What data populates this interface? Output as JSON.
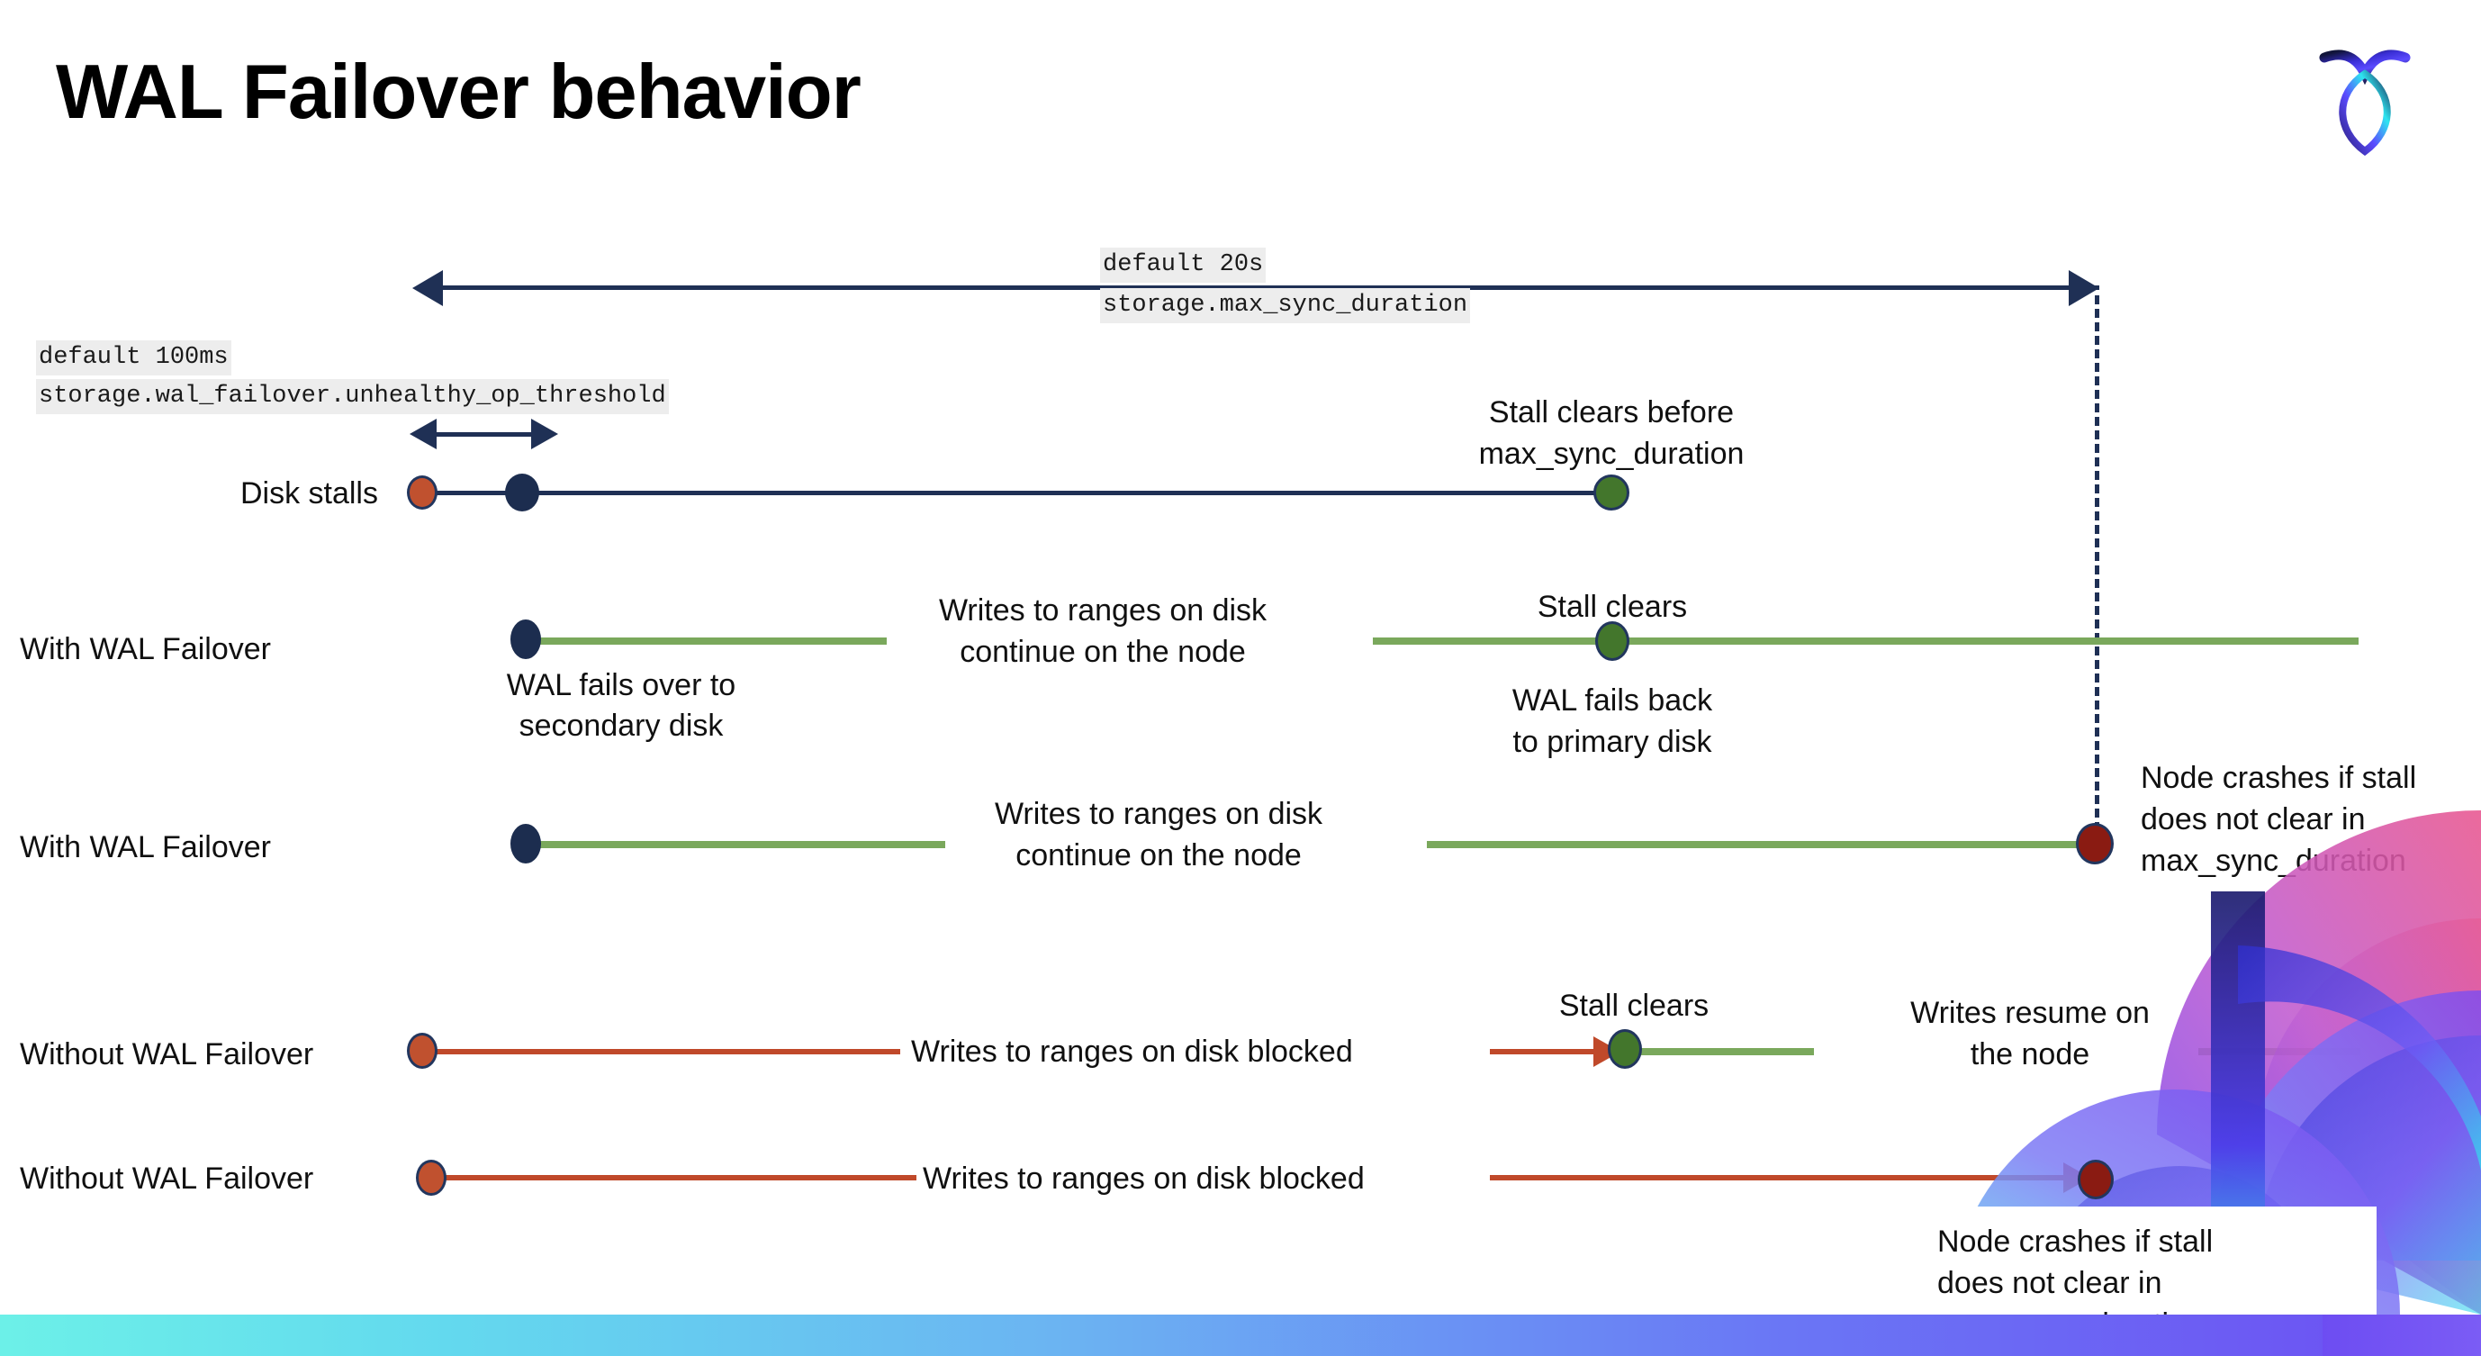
{
  "slide": {
    "title": "WAL Failover behavior",
    "logo_name": "cockroachdb-logo"
  },
  "settings": {
    "max_sync": {
      "default": "default 20s",
      "name": "storage.max_sync_duration"
    },
    "unhealthy": {
      "default": "default 100ms",
      "name": "storage.wal_failover.unhealthy_op_threshold"
    }
  },
  "rows": {
    "disk_stalls": {
      "label": "Disk stalls",
      "note": "Stall clears before\nmax_sync_duration",
      "note_line1": "Stall clears before",
      "note_line2": "max_sync_duration"
    },
    "with_failover_1": {
      "label": "With WAL Failover",
      "start_note_line1": "WAL fails over to",
      "start_note_line2": "secondary disk",
      "mid_note_line1": "Writes to ranges on disk",
      "mid_note_line2": "continue on the node",
      "clear_note": "Stall clears",
      "back_note_line1": "WAL fails  back",
      "back_note_line2": "to primary disk"
    },
    "with_failover_2": {
      "label": "With WAL Failover",
      "mid_note_line1": "Writes to ranges on disk",
      "mid_note_line2": "continue on the node",
      "crash_note_line1": "Node crashes if stall",
      "crash_note_line2": "does not clear in",
      "crash_note_line3": "max_sync_duration"
    },
    "without_failover_1": {
      "label": "Without WAL Failover",
      "blocked_note": "Writes to ranges on disk  blocked",
      "clear_note": "Stall clears",
      "resume_note_line1": "Writes resume on",
      "resume_note_line2": "the node"
    },
    "without_failover_2": {
      "label": "Without WAL Failover",
      "blocked_note": "Writes to ranges on disk  blocked",
      "crash_note_line1": "Node crashes if stall",
      "crash_note_line2": "does not clear in",
      "crash_note_line3": "max_sync_duration"
    }
  },
  "colors": {
    "navy": "#1f3055",
    "green_line": "#7aa85c",
    "green_dot": "#43762c",
    "orange_line": "#c0492a",
    "orange_dot": "#c0512f",
    "dark_red_dot": "#8a1b12",
    "code_bg": "#ededed"
  }
}
